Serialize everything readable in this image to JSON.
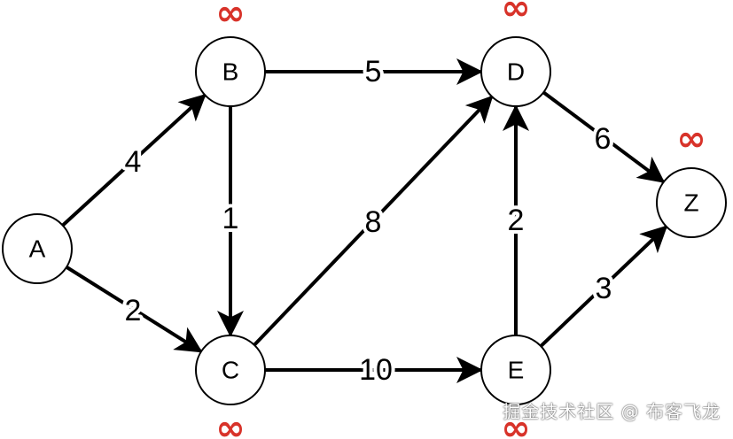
{
  "colors": {
    "node_stroke": "#000000",
    "edge": "#000000",
    "infinity": "#d8332a",
    "background": "#ffffff"
  },
  "nodes": [
    {
      "id": "A",
      "label": "A",
      "distance": ""
    },
    {
      "id": "B",
      "label": "B",
      "distance": "∞"
    },
    {
      "id": "C",
      "label": "C",
      "distance": "∞"
    },
    {
      "id": "D",
      "label": "D",
      "distance": "∞"
    },
    {
      "id": "E",
      "label": "E",
      "distance": "∞"
    },
    {
      "id": "Z",
      "label": "Z",
      "distance": "∞"
    }
  ],
  "edges": [
    {
      "from": "A",
      "to": "B",
      "weight": "4"
    },
    {
      "from": "A",
      "to": "C",
      "weight": "2"
    },
    {
      "from": "B",
      "to": "C",
      "weight": "1"
    },
    {
      "from": "B",
      "to": "D",
      "weight": "5"
    },
    {
      "from": "C",
      "to": "D",
      "weight": "8"
    },
    {
      "from": "C",
      "to": "E",
      "weight": "10"
    },
    {
      "from": "E",
      "to": "D",
      "weight": "2"
    },
    {
      "from": "D",
      "to": "Z",
      "weight": "6"
    },
    {
      "from": "E",
      "to": "Z",
      "weight": "3"
    }
  ],
  "watermark": "掘金技术社区 @ 布客飞龙"
}
